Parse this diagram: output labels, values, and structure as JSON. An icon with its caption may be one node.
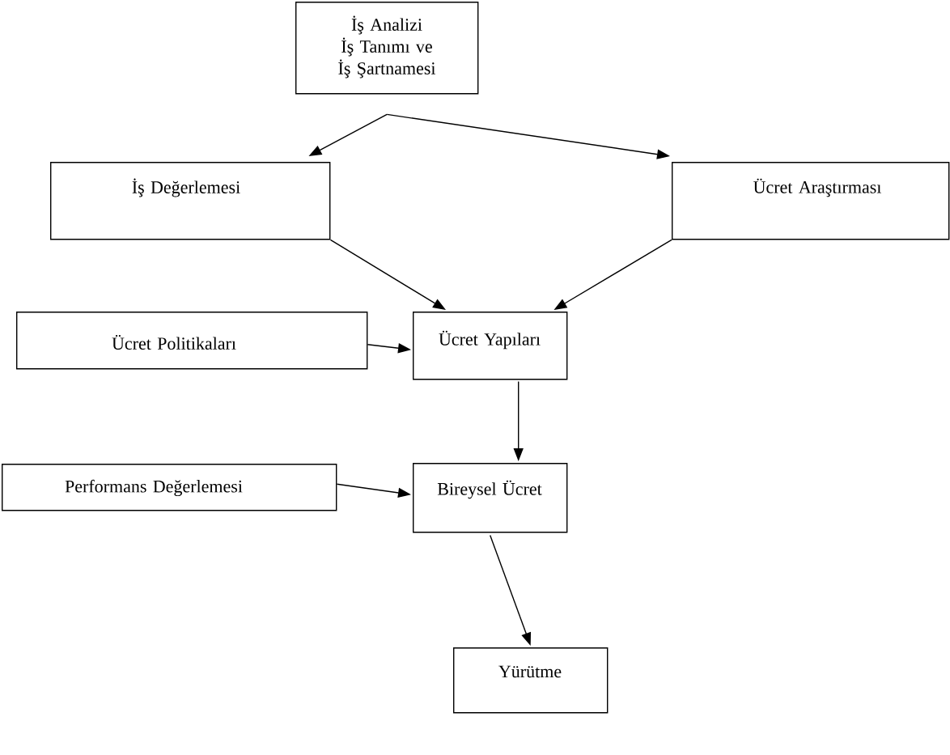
{
  "diagram": {
    "nodes": [
      {
        "text": [
          "İş Analizi",
          "İş Tanımı ve İş Şartnamesi"
        ]
      },
      {
        "text": [
          "İş Değerlemesi"
        ]
      },
      {
        "text": [
          "Ücret Araştırması"
        ]
      },
      {
        "text": [
          "Ücret Yapıları"
        ]
      },
      {
        "text": [
          "Ücret Politikaları"
        ]
      },
      {
        "text": [
          "Bireysel Ücret"
        ]
      },
      {
        "text": [
          "Performans Değerlemesi"
        ]
      },
      {
        "text": [
          "Yürütme"
        ]
      }
    ],
    "edges": [
      {
        "from": 0,
        "to": 1,
        "arrow": "to"
      },
      {
        "from": 0,
        "to": 2,
        "arrow": "to"
      },
      {
        "from": 1,
        "to": 3,
        "arrow": "to"
      },
      {
        "from": 2,
        "to": 3,
        "arrow": "to"
      },
      {
        "from": 4,
        "to": 3,
        "arrow": "to"
      },
      {
        "from": 3,
        "to": 5,
        "arrow": "to"
      },
      {
        "from": 6,
        "to": 5,
        "arrow": "to"
      },
      {
        "from": 5,
        "to": 7,
        "arrow": "to"
      }
    ]
  }
}
